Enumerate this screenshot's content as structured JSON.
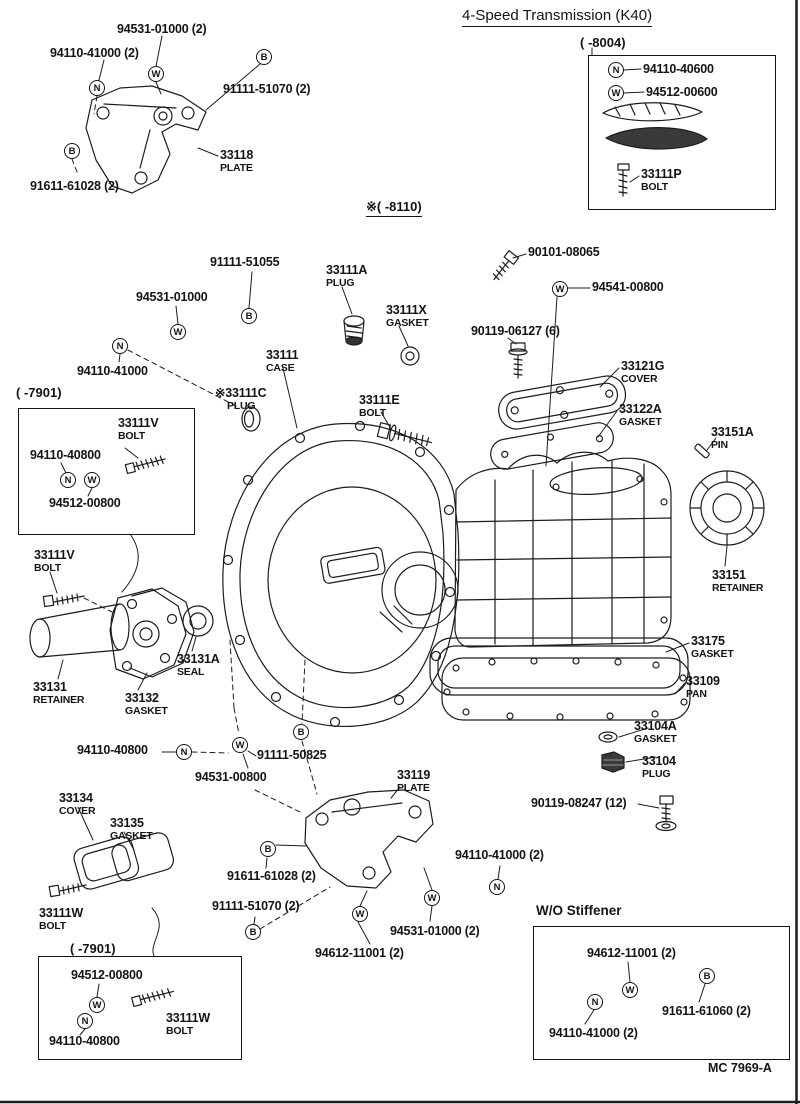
{
  "header": {
    "title": "4-Speed Transmission (K40)",
    "range_8004": "(    -8004)",
    "note_8110": "※(    -8110)",
    "footer_code": "MC  7969-A"
  },
  "letters": {
    "N": "N",
    "W": "W",
    "B": "B"
  },
  "insets": {
    "top_right": {
      "p94110_40600": "94110-40600",
      "p94512_00600": "94512-00600",
      "p33111P": "33111P",
      "p33111P_sub": "BOLT"
    },
    "mid_left": {
      "range": "(    -7901)",
      "p33111V": "33111V",
      "p33111V_sub": "BOLT",
      "p94110_40800": "94110-40800",
      "p94512_00800": "94512-00800"
    },
    "bottom_left": {
      "range": "(    -7901)",
      "p94512_00800": "94512-00800",
      "p33111W": "33111W",
      "p33111W_sub": "BOLT",
      "p94110_40800": "94110-40800"
    },
    "wo_stiffener": {
      "title": "W/O Stiffener",
      "p94612_11001": "94612-11001 (2)",
      "p91611_61060": "91611-61060 (2)",
      "p94110_41000": "94110-41000 (2)"
    }
  },
  "parts": {
    "tl_94531_01000": "94531-01000 (2)",
    "tl_94110_41000": "94110-41000 (2)",
    "tl_91111_51070": "91111-51070 (2)",
    "tl_33118": "33118",
    "tl_33118_sub": "PLATE",
    "tl_91611_61028": "91611-61028 (2)",
    "m_91111_51055": "91111-51055",
    "m_33111A": "33111A",
    "m_33111A_sub": "PLUG",
    "m_90101_08065": "90101-08065",
    "m_94531_01000": "94531-01000",
    "m_94541_00800": "94541-00800",
    "m_33111X": "33111X",
    "m_33111X_sub": "GASKET",
    "m_90119_06127": "90119-06127 (6)",
    "m_94110_41000": "94110-41000",
    "m_33111": "33111",
    "m_33111_sub": "CASE",
    "m_33121G": "33121G",
    "m_33121G_sub": "COVER",
    "m_33111C": "※33111C",
    "m_33111C_sub": "PLUG",
    "m_33111E": "33111E",
    "m_33111E_sub": "BOLT",
    "m_33122A": "33122A",
    "m_33122A_sub": "GASKET",
    "m_33151A": "33151A",
    "m_33151A_sub": "PIN",
    "l_33111V": "33111V",
    "l_33111V_sub": "BOLT",
    "r_33151": "33151",
    "r_33151_sub": "RETAINER",
    "l_33131A": "33131A",
    "l_33131A_sub": "SEAL",
    "l_33131": "33131",
    "l_33131_sub": "RETAINER",
    "l_33132": "33132",
    "l_33132_sub": "GASKET",
    "r_33175": "33175",
    "r_33175_sub": "GASKET",
    "r_33109": "33109",
    "r_33109_sub": "PAN",
    "r_33104A": "33104A",
    "r_33104A_sub": "GASKET",
    "r_33104": "33104",
    "r_33104_sub": "PLUG",
    "b_94110_40800": "94110-40800",
    "b_91111_50825": "91111-50825",
    "b_94531_00800": "94531-00800",
    "b_33119": "33119",
    "b_33119_sub": "PLATE",
    "b_90119_08247": "90119-08247 (12)",
    "b_33134": "33134",
    "b_33134_sub": "COVER",
    "b_33135": "33135",
    "b_33135_sub": "GASKET",
    "b_91611_61028": "91611-61028 (2)",
    "b_94110_41000": "94110-41000 (2)",
    "b_33111W": "33111W",
    "b_33111W_sub": "BOLT",
    "b_91111_51070": "91111-51070 (2)",
    "b_94531_01000": "94531-01000 (2)",
    "b_94612_11001": "94612-11001 (2)"
  }
}
